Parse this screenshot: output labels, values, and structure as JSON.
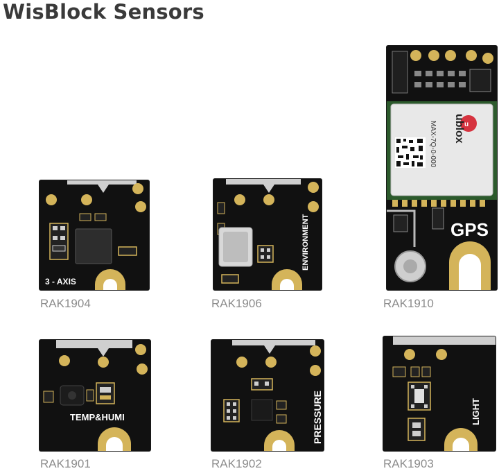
{
  "title": "WisBlock Sensors",
  "sensors": [
    {
      "model": "RAK1904",
      "silk_label": "3 - AXIS"
    },
    {
      "model": "RAK1906",
      "silk_label": "ENVIRONMENT"
    },
    {
      "model": "RAK1910",
      "silk_label": "GPS",
      "chip_brand": "ublox",
      "chip_part": "MAX-7Q-0-000"
    },
    {
      "model": "RAK1901",
      "silk_label": "TEMP&HUMI"
    },
    {
      "model": "RAK1902",
      "silk_label": "PRESSURE"
    },
    {
      "model": "RAK1903",
      "silk_label": "LIGHT"
    }
  ]
}
